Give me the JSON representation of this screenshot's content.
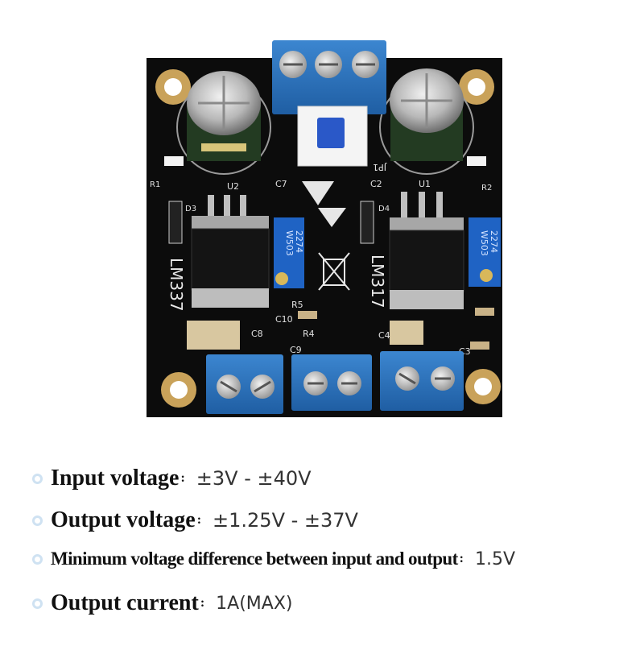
{
  "board": {
    "regulator_left": "LM337",
    "regulator_right": "LM317",
    "pot_code": "W503",
    "pot_value": "2274",
    "jumper_label": "JP1",
    "component_labels": {
      "u1": "U1",
      "u2": "U2",
      "c2": "C2",
      "c7": "C7",
      "c8": "C8",
      "c4": "C4",
      "c3": "C3",
      "c9": "C9",
      "c10": "C10",
      "r4": "R4",
      "r5": "R5",
      "d3": "D3",
      "d4": "D4",
      "r1": "R1",
      "r2": "R2"
    }
  },
  "specs": [
    {
      "label": "Input voltage",
      "value": "±3V - ±40V"
    },
    {
      "label": "Output voltage",
      "value": "±1.25V - ±37V"
    },
    {
      "label": "Minimum voltage difference between input and output",
      "value": "1.5V"
    },
    {
      "label": "Output current",
      "value": "1A(MAX)"
    }
  ],
  "colors": {
    "pcb": "#0c0c0c",
    "terminal_blue": "#2a6fb8",
    "pot_blue": "#1f63c4",
    "gold_pad": "#c9a25a",
    "bullet": "#cfe2f2"
  }
}
